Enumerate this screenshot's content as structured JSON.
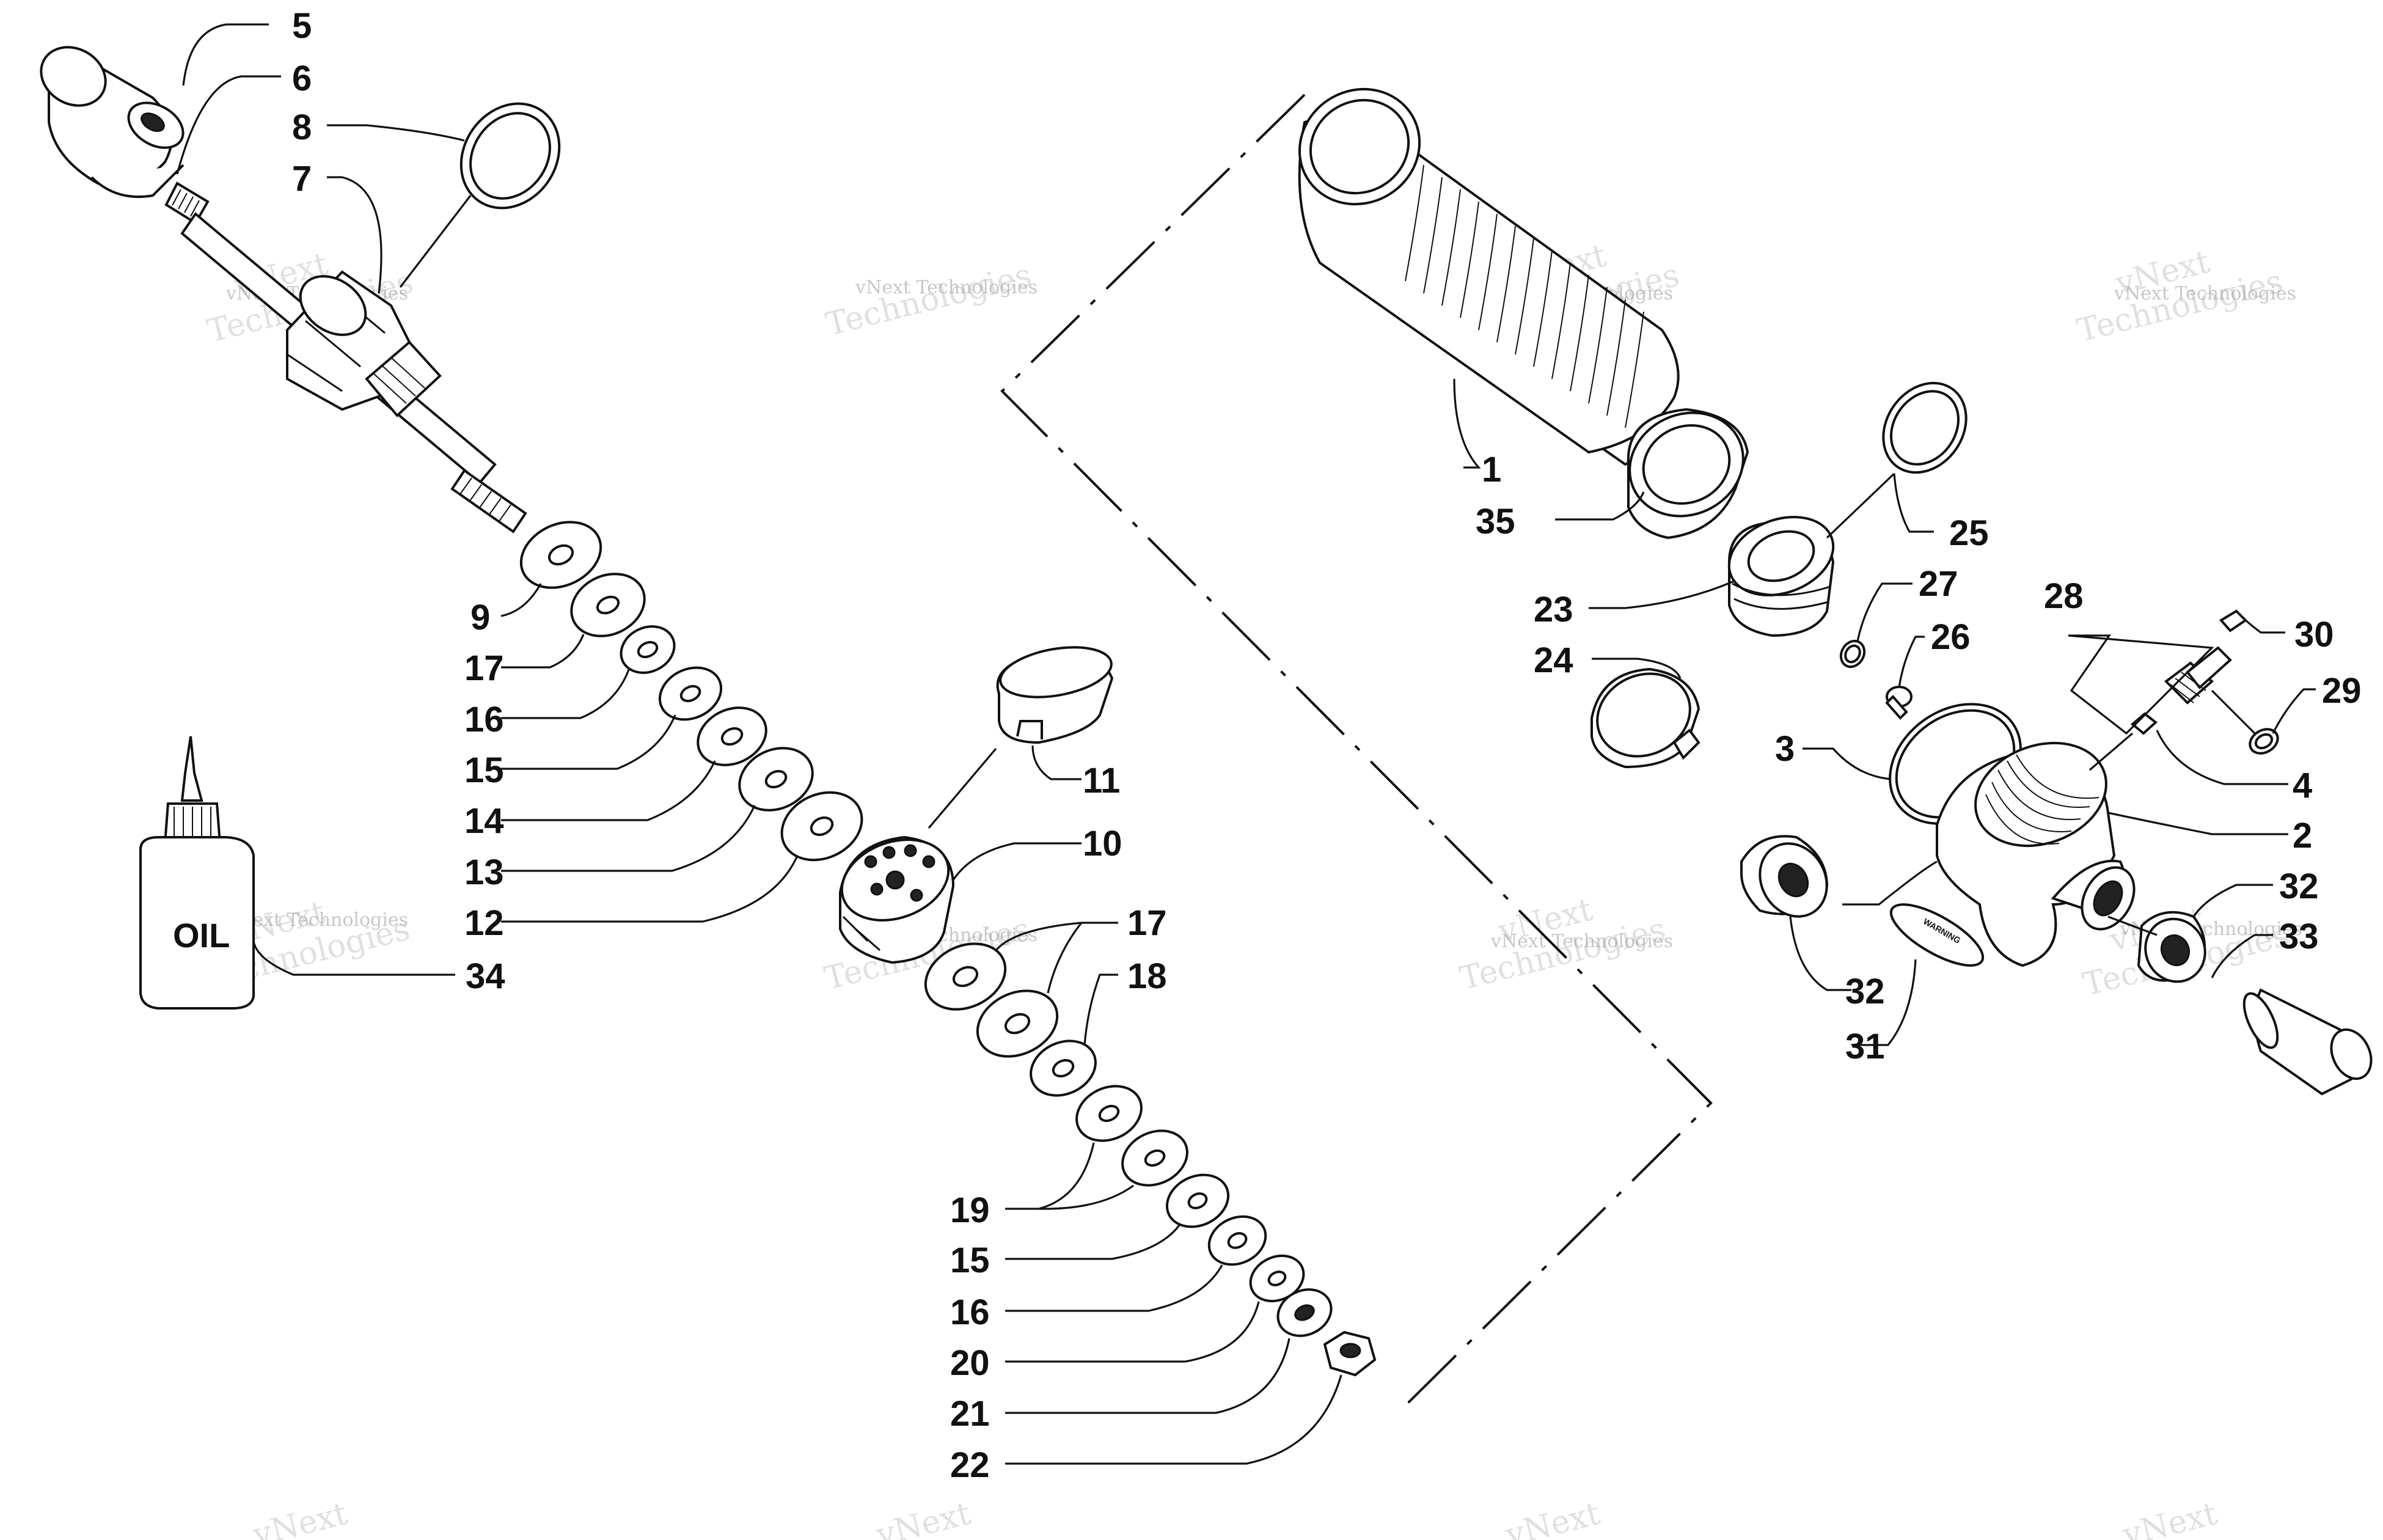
{
  "callouts": [
    {
      "id": "c1",
      "text": "1"
    },
    {
      "id": "c2",
      "text": "2"
    },
    {
      "id": "c3",
      "text": "3"
    },
    {
      "id": "c4",
      "text": "4"
    },
    {
      "id": "c5",
      "text": "5"
    },
    {
      "id": "c6",
      "text": "6"
    },
    {
      "id": "c7",
      "text": "7"
    },
    {
      "id": "c8",
      "text": "8"
    },
    {
      "id": "c9",
      "text": "9"
    },
    {
      "id": "c10",
      "text": "10"
    },
    {
      "id": "c11",
      "text": "11"
    },
    {
      "id": "c12",
      "text": "12"
    },
    {
      "id": "c13",
      "text": "13"
    },
    {
      "id": "c14",
      "text": "14"
    },
    {
      "id": "c15a",
      "text": "15"
    },
    {
      "id": "c15b",
      "text": "15"
    },
    {
      "id": "c16a",
      "text": "16"
    },
    {
      "id": "c16b",
      "text": "16"
    },
    {
      "id": "c17a",
      "text": "17"
    },
    {
      "id": "c17b",
      "text": "17"
    },
    {
      "id": "c18",
      "text": "18"
    },
    {
      "id": "c19",
      "text": "19"
    },
    {
      "id": "c20",
      "text": "20"
    },
    {
      "id": "c21",
      "text": "21"
    },
    {
      "id": "c22",
      "text": "22"
    },
    {
      "id": "c23",
      "text": "23"
    },
    {
      "id": "c24",
      "text": "24"
    },
    {
      "id": "c25",
      "text": "25"
    },
    {
      "id": "c26",
      "text": "26"
    },
    {
      "id": "c27",
      "text": "27"
    },
    {
      "id": "c28",
      "text": "28"
    },
    {
      "id": "c29",
      "text": "29"
    },
    {
      "id": "c30",
      "text": "30"
    },
    {
      "id": "c31",
      "text": "31"
    },
    {
      "id": "c32a",
      "text": "32"
    },
    {
      "id": "c32b",
      "text": "32"
    },
    {
      "id": "c33",
      "text": "33"
    },
    {
      "id": "c34",
      "text": "34"
    },
    {
      "id": "c35",
      "text": "35"
    }
  ],
  "bottle_label": "OIL",
  "warning_label": "WARNING",
  "watermark": {
    "line1": "vNext Technologies",
    "big_line1": "vNext",
    "big_line2": "Technologies"
  }
}
